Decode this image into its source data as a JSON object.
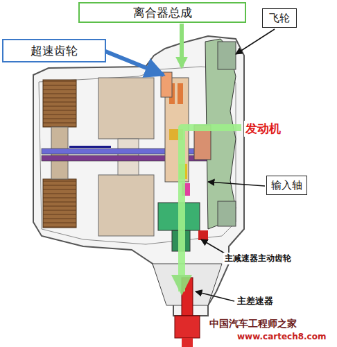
{
  "diagram": {
    "nodes": [
      {
        "text": [
          "离合器总成"
        ]
      },
      {
        "text": [
          "飞轮"
        ]
      },
      {
        "text": [
          "超速齿轮"
        ]
      },
      {
        "text": [
          "输入轴"
        ]
      }
    ],
    "labels": [
      "发动机",
      "主减速器主动齿轮",
      "主差速器",
      "中国汽车工程师之家",
      "www.cartech8.com"
    ]
  }
}
